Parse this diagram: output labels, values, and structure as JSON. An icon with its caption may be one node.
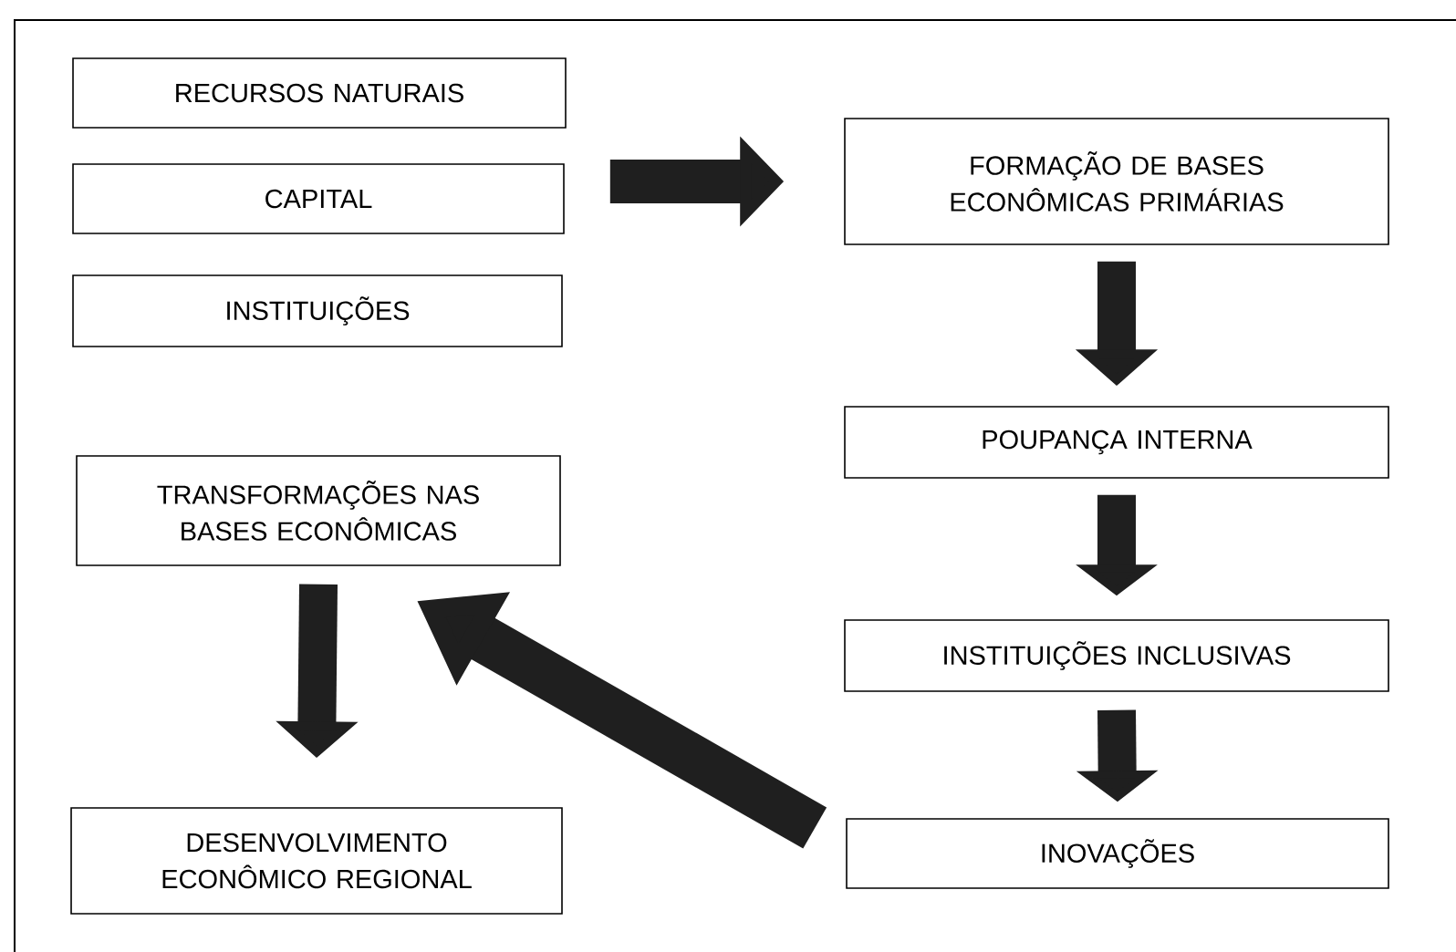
{
  "diagram": {
    "nodes": [
      {
        "text": [
          "RECURSOS NATURAIS"
        ]
      },
      {
        "text": [
          "CAPITAL"
        ]
      },
      {
        "text": [
          "INSTITUIÇÕES"
        ]
      },
      {
        "text": [
          "FORMAÇÃO DE BASES ECONÔMICAS PRIMÁRIAS"
        ]
      },
      {
        "text": [
          "POUPANÇA INTERNA"
        ]
      },
      {
        "text": [
          "INSTITUIÇÕES INCLUSIVAS"
        ]
      },
      {
        "text": [
          "INOVAÇÕES"
        ]
      },
      {
        "text": [
          "TRANSFORMAÇÕES NAS BASES ECONÔMICAS"
        ]
      },
      {
        "text": [
          "DESENVOLVIMENTO ECONÔMICO REGIONAL"
        ]
      }
    ],
    "edges": [
      {
        "from": 1,
        "to": 3,
        "arrow": "to"
      },
      {
        "from": 3,
        "to": 4,
        "arrow": "to"
      },
      {
        "from": 4,
        "to": 5,
        "arrow": "to"
      },
      {
        "from": 5,
        "to": 6,
        "arrow": "to"
      },
      {
        "from": 6,
        "to": 7,
        "arrow": "to"
      },
      {
        "from": 7,
        "to": 8,
        "arrow": "to"
      }
    ]
  }
}
